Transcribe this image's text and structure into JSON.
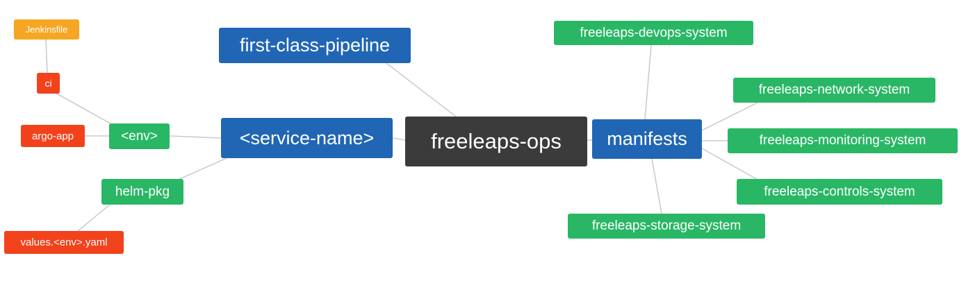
{
  "diagram": {
    "title": "freeleaps-ops mind map",
    "background_color": "#ffffff",
    "edge_color": "#cccccc",
    "colors": {
      "blue": "#2166b5",
      "dark": "#3b3b3b",
      "green": "#29b765",
      "red": "#f2421c",
      "orange": "#f5a623"
    },
    "nodes": {
      "jenkinsfile": {
        "label": "Jenkinsfile",
        "color": "#f5a623"
      },
      "ci": {
        "label": "ci",
        "color": "#f2421c"
      },
      "argo_app": {
        "label": "argo-app",
        "color": "#f2421c"
      },
      "env": {
        "label": "<env>",
        "color": "#29b765"
      },
      "helm_pkg": {
        "label": "helm-pkg",
        "color": "#29b765"
      },
      "values_env_yaml": {
        "label": "values.<env>.yaml",
        "color": "#f2421c"
      },
      "service_name": {
        "label": "<service-name>",
        "color": "#2166b5"
      },
      "first_class_pipeline": {
        "label": "first-class-pipeline",
        "color": "#2166b5"
      },
      "freeleaps_ops": {
        "label": "freeleaps-ops",
        "color": "#3b3b3b"
      },
      "manifests": {
        "label": "manifests",
        "color": "#2166b5"
      },
      "devops_system": {
        "label": "freeleaps-devops-system",
        "color": "#29b765"
      },
      "network_system": {
        "label": "freeleaps-network-system",
        "color": "#29b765"
      },
      "monitoring_system": {
        "label": "freeleaps-monitoring-system",
        "color": "#29b765"
      },
      "controls_system": {
        "label": "freeleaps-controls-system",
        "color": "#29b765"
      },
      "storage_system": {
        "label": "freeleaps-storage-system",
        "color": "#29b765"
      }
    },
    "edges": [
      {
        "from": "jenkinsfile",
        "to": "ci"
      },
      {
        "from": "ci",
        "to": "env"
      },
      {
        "from": "argo_app",
        "to": "env"
      },
      {
        "from": "env",
        "to": "service_name"
      },
      {
        "from": "helm_pkg",
        "to": "service_name"
      },
      {
        "from": "values_env_yaml",
        "to": "helm_pkg"
      },
      {
        "from": "first_class_pipeline",
        "to": "freeleaps_ops"
      },
      {
        "from": "service_name",
        "to": "freeleaps_ops"
      },
      {
        "from": "manifests",
        "to": "freeleaps_ops"
      },
      {
        "from": "devops_system",
        "to": "manifests"
      },
      {
        "from": "network_system",
        "to": "manifests"
      },
      {
        "from": "monitoring_system",
        "to": "manifests"
      },
      {
        "from": "controls_system",
        "to": "manifests"
      },
      {
        "from": "storage_system",
        "to": "manifests"
      }
    ]
  }
}
